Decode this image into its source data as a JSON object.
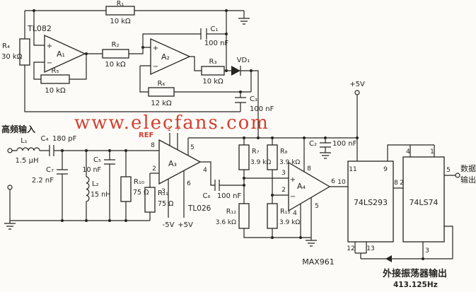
{
  "watermark": "www.elecfans.com",
  "colors": {
    "wire": "#26241f",
    "red": "#d4402f",
    "bg": "#fcfbf8"
  },
  "labels": {
    "tl082": "TL082",
    "tl026": "TL026",
    "max961": "MAX961",
    "ic293": "74LS293",
    "ic74": "74LS74",
    "hf_input": "高频输入",
    "data_out_1": "数据",
    "data_out_2": "输出",
    "ext_osc": "外接振荡器输出",
    "ext_osc_freq": "413.125Hz",
    "ref": "REF",
    "p5v_top": "+5V",
    "p5v_a3": "+5V",
    "m5v_a3": "-5V",
    "plus": "+",
    "minus": "−"
  },
  "opamps": {
    "a1": "A₁",
    "a2": "A₂",
    "a3": "A₃",
    "a4": "A₄"
  },
  "parts": {
    "r1": {
      "ref": "R₁",
      "val": "10 kΩ"
    },
    "r2": {
      "ref": "R₂",
      "val": "10 kΩ"
    },
    "r3": {
      "ref": "R₃",
      "val": "10 kΩ"
    },
    "r4": {
      "ref": "R₄",
      "val": "30 kΩ"
    },
    "r5": {
      "ref": "R₅",
      "val": "10 kΩ"
    },
    "r6": {
      "ref": "R₆",
      "val": "12 kΩ"
    },
    "r7": {
      "ref": "R₇",
      "val": "3.9 kΩ"
    },
    "r8": {
      "ref": "R₈",
      "val": "3.9 kΩ"
    },
    "r10": {
      "ref": "R₁₀",
      "val": "75 Ω"
    },
    "r11": {
      "ref": "R₁₁",
      "val": "75 Ω"
    },
    "r12": {
      "ref": "R₁₂",
      "val": "3.6 kΩ"
    },
    "r13": {
      "ref": "R₁₃",
      "val": "3.9 kΩ"
    },
    "c1": {
      "ref": "C₁",
      "val": "100 nF"
    },
    "c2": {
      "ref": "C₂",
      "val": "100 nF"
    },
    "c3": {
      "ref": "C₃",
      "val": "100 nF"
    },
    "c4": {
      "ref": "C₄",
      "val": "180 pF"
    },
    "c5": {
      "ref": "C₅",
      "val": "10 nF"
    },
    "c6": {
      "ref": "C₆",
      "val": "100 nF"
    },
    "c7": {
      "ref": "C₇",
      "val": "2.2 nF"
    },
    "l1": {
      "ref": "L₁",
      "val": "1.5 μH"
    },
    "l2": {
      "ref": "L₂",
      "val": "15 nH"
    },
    "vd1": {
      "ref": "VD₁"
    }
  },
  "pins": {
    "a3_8": "8",
    "a3_1": "1",
    "a3_7": "7",
    "a3_2": "2",
    "a3_5": "5",
    "a3_4": "4",
    "a3_3": "3",
    "a3_6": "6",
    "a4_3": "3",
    "a4_2": "2",
    "a4_8": "8",
    "a4_6": "6",
    "a4_5": "5",
    "a4_4": "4",
    "u293_11": "11",
    "u293_9": "9",
    "u293_10": "10",
    "u293_8": "8",
    "u293_12": "12",
    "u293_13": "13",
    "u74_4": "4",
    "u74_1": "1",
    "u74_2": "2",
    "u74_3": "3",
    "u74_5": "5"
  }
}
